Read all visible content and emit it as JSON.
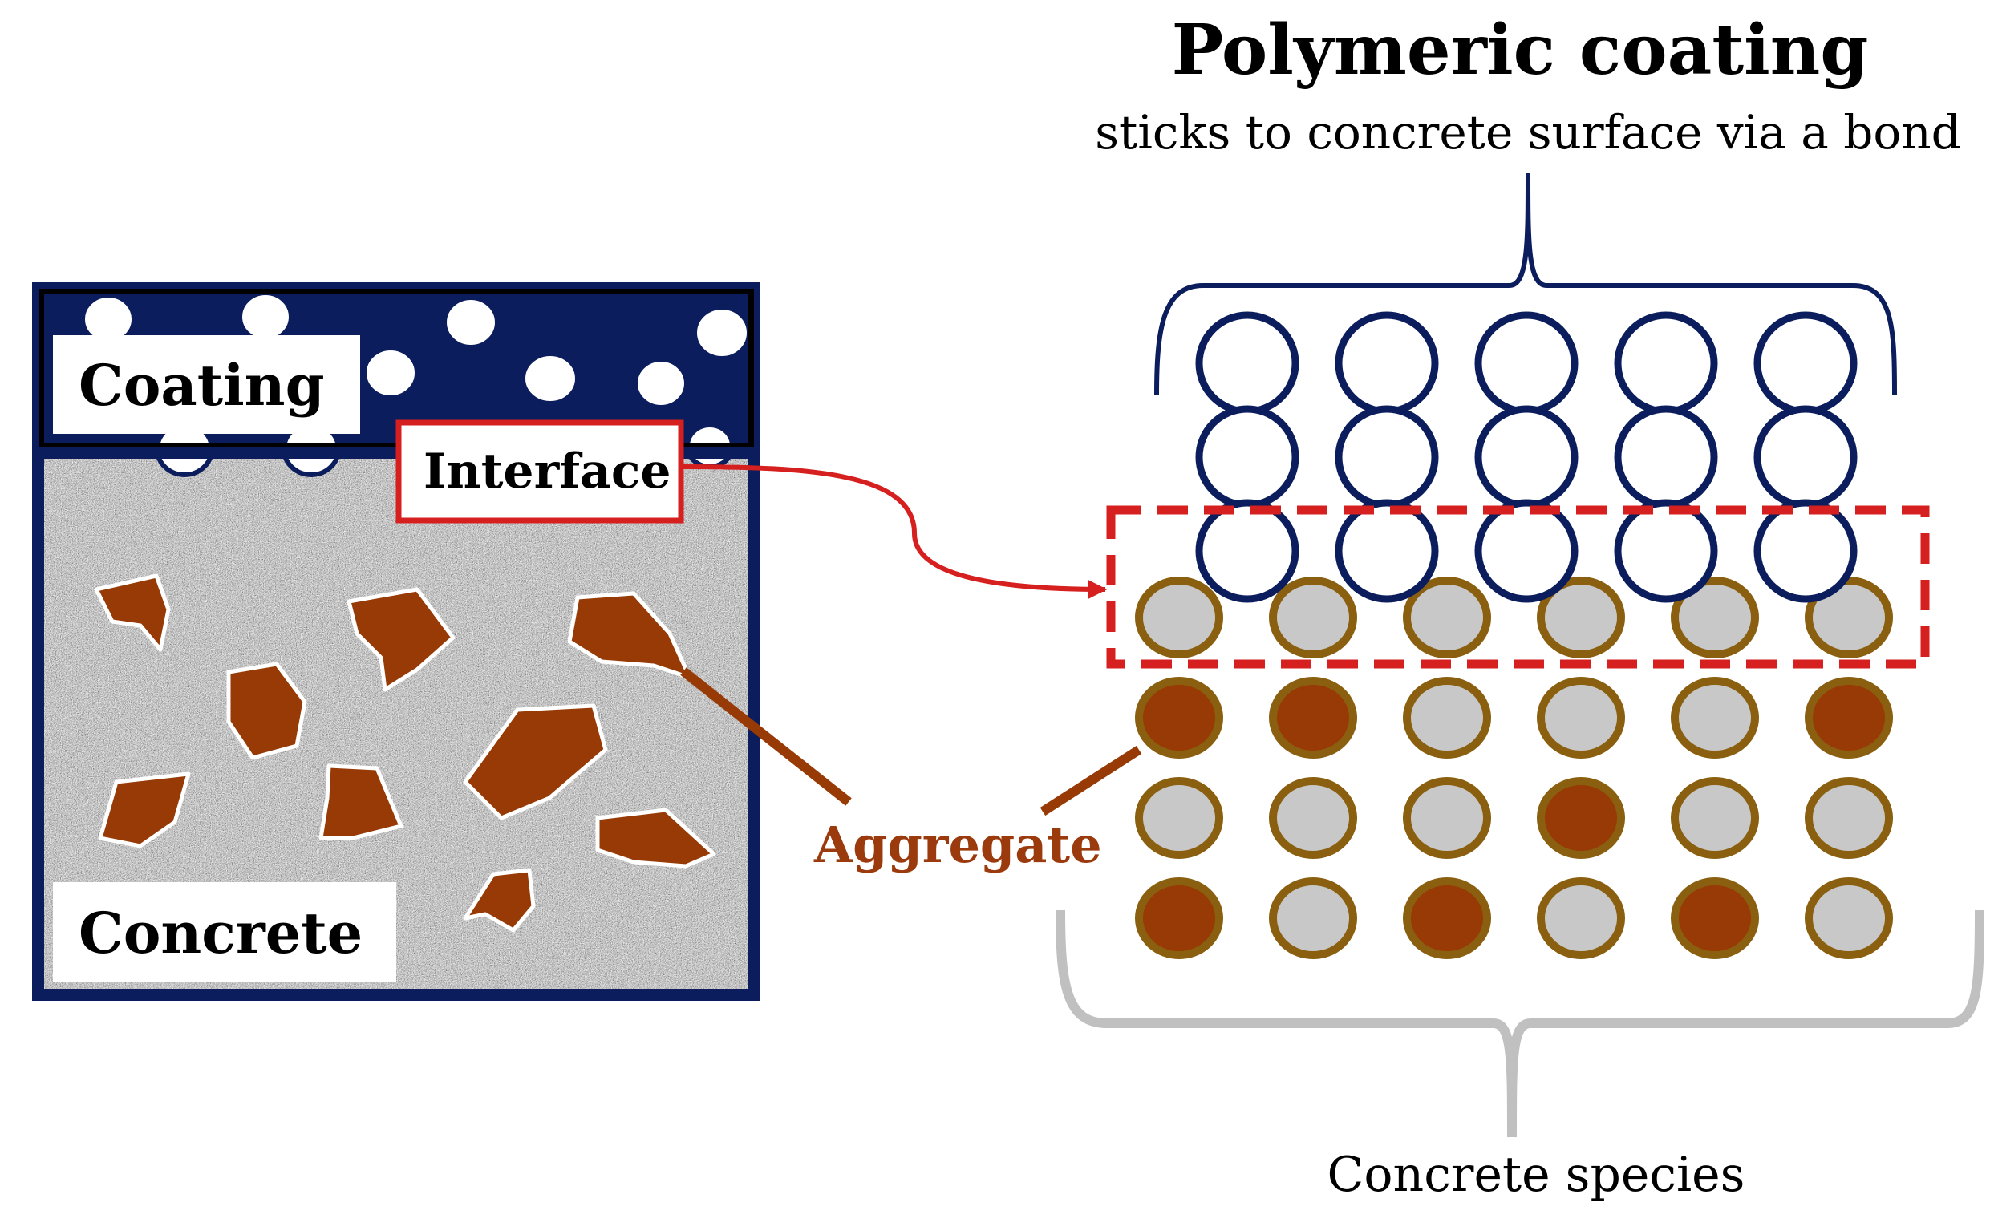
{
  "title": "Polymeric coating",
  "subtitle": "sticks to concrete surface via a bond",
  "labels": {
    "coating": "Coating",
    "interface": "Interface",
    "concrete": "Concrete",
    "aggregate": "Aggregate",
    "concrete_species": "Concrete species"
  },
  "colors": {
    "navy": "#0b1d5c",
    "red": "#d61f1f",
    "aggregate_brown": "#973a05",
    "ring_brown": "#8a6010",
    "species_gray": "#c8c8c8",
    "bracket_gray": "#c0c0c0",
    "aggregate_text": "#9b3a0c"
  },
  "polymer_grid": {
    "columns": 5,
    "rows": 3
  },
  "species_grid": {
    "rows": [
      [
        "gray",
        "gray",
        "gray",
        "gray",
        "gray",
        "gray"
      ],
      [
        "brown",
        "brown",
        "gray",
        "gray",
        "gray",
        "brown"
      ],
      [
        "gray",
        "gray",
        "gray",
        "brown",
        "gray",
        "gray"
      ],
      [
        "brown",
        "gray",
        "brown",
        "gray",
        "brown",
        "gray"
      ]
    ]
  }
}
